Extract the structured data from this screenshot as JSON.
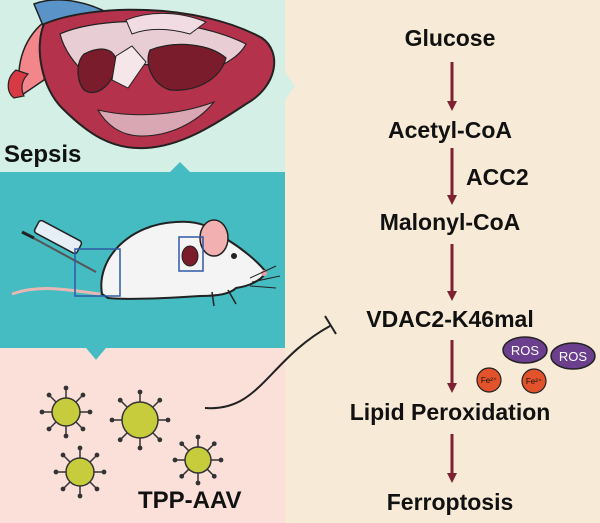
{
  "panels": {
    "sepsis_label": "Sepsis",
    "treatment_label": "TPP-AAV"
  },
  "pathway": {
    "steps": [
      "Glucose",
      "Acetyl-CoA",
      "Malonyl-CoA",
      "VDAC2-K46mal",
      "Lipid Peroxidation",
      "Ferroptosis"
    ],
    "enzyme_label": "ACC2"
  },
  "molecules": {
    "ros_label": "ROS",
    "iron_label": "Fe²⁺"
  },
  "colors": {
    "pathway_background": "#f7ead7",
    "sepsis_panel": "#d4f0e6",
    "mouse_panel": "#45bcc1",
    "treatment_panel": "#fbe0da",
    "arrow": "#7c2232",
    "ros": "#6b3f8e",
    "iron": "#e2532c",
    "virus": "#c6cc3c"
  },
  "icons": [
    "heart-icon",
    "mouse-icon",
    "syringe-icon",
    "virus-icon",
    "inhibition-arrow-icon"
  ]
}
